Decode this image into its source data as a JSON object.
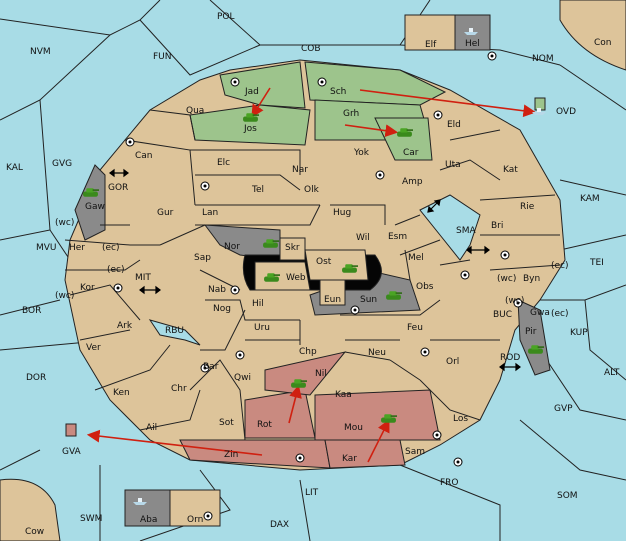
{
  "map": {
    "seas": {
      "pol": "POL",
      "cob": "COB",
      "nom": "NOM",
      "con": "Con",
      "nvm": "NVM",
      "fun": "FUN",
      "ovd": "OVD",
      "kal": "KAL",
      "gvg": "GVG",
      "gor": "GOR",
      "kam": "KAM",
      "mvu": "MVU",
      "wc1": "(wc)",
      "ec1": "(ec)",
      "ec2": "(ec)",
      "wc2": "(wc)",
      "wc3": "(wc)",
      "ec3": "(ec)",
      "wc4": "(wc)",
      "ec4": "(ec)",
      "mit": "MIT",
      "sma": "SMA",
      "tei": "TEI",
      "bor": "BOR",
      "rbu": "RBU",
      "buc": "BUC",
      "kup": "KUP",
      "dor": "DOR",
      "rod": "ROD",
      "alt": "ALT",
      "gvp": "GVP",
      "gva": "GVA",
      "fro": "FRO",
      "som": "SOM",
      "lit": "LIT",
      "swm": "SWM",
      "dax": "DAX",
      "cow": "Cow",
      "elf": "Elf",
      "hel": "Hel",
      "aba": "Aba",
      "orn": "Orn"
    },
    "land": {
      "jad": "Jad",
      "sch": "Sch",
      "qua": "Qua",
      "jos": "Jos",
      "grh": "Grh",
      "eld": "Eld",
      "can": "Can",
      "car": "Car",
      "yok": "Yok",
      "elc": "Elc",
      "nar": "Nar",
      "uta": "Uta",
      "kat": "Kat",
      "amp": "Amp",
      "tel": "Tel",
      "olk": "Olk",
      "gaw": "Gaw",
      "gur": "Gur",
      "lan": "Lan",
      "hug": "Hug",
      "rie": "Rie",
      "bri": "Bri",
      "wil": "Wil",
      "esm": "Esm",
      "nor": "Nor",
      "skr": "Skr",
      "ost": "Ost",
      "her": "Her",
      "sap": "Sap",
      "web": "Web",
      "mel": "Mel",
      "byn": "Byn",
      "kor": "Kor",
      "nab": "Nab",
      "eun": "Eun",
      "sun": "Sun",
      "obs": "Obs",
      "gwa": "Gwa",
      "hil": "Hil",
      "ark": "Ark",
      "nog": "Nog",
      "uru": "Uru",
      "feu": "Feu",
      "pir": "Pir",
      "ver": "Ver",
      "chp": "Chp",
      "neu": "Neu",
      "bar": "Bar",
      "qwi": "Qwi",
      "nil": "Nil",
      "orl": "Orl",
      "ken": "Ken",
      "chr": "Chr",
      "kaa": "Kaa",
      "rot": "Rot",
      "sot": "Sot",
      "los": "Los",
      "ail": "Ail",
      "mou": "Mou",
      "zin": "Zin",
      "kar": "Kar",
      "sam": "Sam"
    }
  },
  "palette": {
    "land": "#ddc49a",
    "sea": "#a8dce6",
    "green_power": "#9dc48c",
    "red_power": "#c98a80",
    "impassable": "#8a8a8a",
    "arrow": "#d02010"
  },
  "icons": {
    "army": "tank-icon",
    "fleet": "ship-icon",
    "supply_center": "supply-center-icon",
    "bidirectional_link": "double-arrow-icon"
  }
}
